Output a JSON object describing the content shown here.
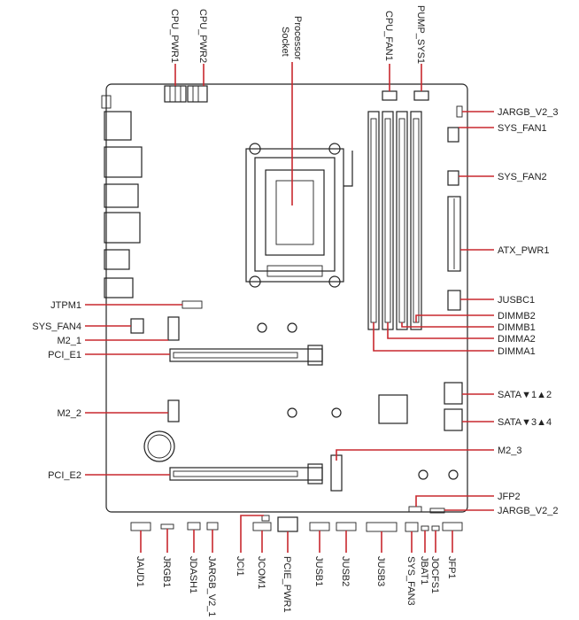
{
  "colors": {
    "leader": "#c8282e",
    "outline": "#222222",
    "background": "#ffffff"
  },
  "labels": {
    "cpu_pwr1": "CPU_PWR1",
    "cpu_pwr2": "CPU_PWR2",
    "processor_socket_line1": "Processor",
    "processor_socket_line2": "Socket",
    "cpu_fan1": "CPU_FAN1",
    "pump_sys1": "PUMP_SYS1",
    "jargb_v2_3": "JARGB_V2_3",
    "sys_fan1": "SYS_FAN1",
    "sys_fan2": "SYS_FAN2",
    "atx_pwr1": "ATX_PWR1",
    "jusbc1": "JUSBC1",
    "dimmb2": "DIMMB2",
    "dimmb1": "DIMMB1",
    "dimma2": "DIMMA2",
    "dimma1": "DIMMA1",
    "sata12": "SATA▼1▲2",
    "sata34": "SATA▼3▲4",
    "m2_3": "M2_3",
    "jfp2": "JFP2",
    "jargb_v2_2": "JARGB_V2_2",
    "jtpm1": "JTPM1",
    "sys_fan4": "SYS_FAN4",
    "m2_1": "M2_1",
    "pci_e1": "PCI_E1",
    "m2_2": "M2_2",
    "pci_e2": "PCI_E2",
    "jaud1": "JAUD1",
    "jrgb1": "JRGB1",
    "jdash1": "JDASH1",
    "jargb_v2_1": "JARGB_V2_1",
    "jci1": "JCI1",
    "jcom1": "JCOM1",
    "pcie_pwr1": "PCIE_PWR1",
    "jusb1": "JUSB1",
    "jusb2": "JUSB2",
    "jusb3": "JUSB3",
    "sys_fan3": "SYS_FAN3",
    "jbat1": "JBAT1",
    "jocfs1": "JOCFS1",
    "jfp1": "JFP1"
  }
}
